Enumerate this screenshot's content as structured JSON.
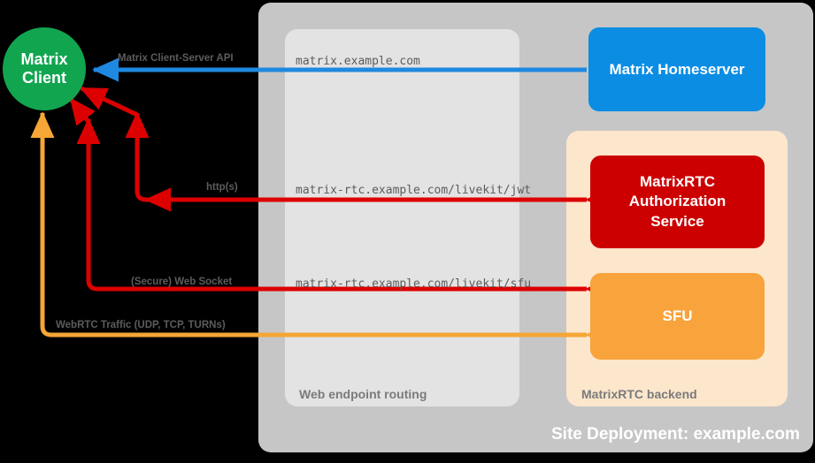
{
  "diagram": {
    "title": "Site Deployment: example.com",
    "colors": {
      "background": "#000000",
      "site_container": "#c6c6c6",
      "web_routing_container": "#e3e3e3",
      "rtc_backend_container": "#fce6cc",
      "client_green": "#12a550",
      "homeserver_blue": "#0b8de4",
      "auth_red": "#cc0000",
      "sfu_orange": "#f8a33c",
      "edge_red": "#dd0000",
      "edge_orange": "#f5a637",
      "edge_blue": "#1f88e0",
      "label_gray": "#5c5c5c",
      "caption_gray": "#7b7b7b"
    }
  },
  "nodes": {
    "client": {
      "line1": "Matrix",
      "line2": "Client"
    },
    "homeserver": {
      "label": "Matrix Homeserver"
    },
    "auth_service": {
      "line1": "MatrixRTC",
      "line2": "Authorization",
      "line3": "Service"
    },
    "sfu": {
      "label": "SFU"
    }
  },
  "containers": {
    "site": {
      "caption": "Site Deployment: example.com"
    },
    "web_routing": {
      "caption": "Web endpoint routing"
    },
    "rtc_backend": {
      "caption": "MatrixRTC backend"
    }
  },
  "edges": [
    {
      "id": "cs-api",
      "protocol_label": "Matrix Client-Server API",
      "endpoint": "matrix.example.com",
      "color": "#1f88e0",
      "from": "homeserver",
      "to": "client",
      "direction": "both"
    },
    {
      "id": "jwt",
      "protocol_label": "http(s)",
      "endpoint": "matrix-rtc.example.com/livekit/jwt",
      "color": "#dd0000",
      "from": "client",
      "to": "auth_service",
      "direction": "both"
    },
    {
      "id": "sfu-ws",
      "protocol_label": "(Secure) Web Socket",
      "endpoint": "matrix-rtc.example.com/livekit/sfu",
      "color": "#dd0000",
      "from": "client",
      "to": "sfu",
      "direction": "both"
    },
    {
      "id": "webrtc",
      "protocol_label": "WebRTC Traffic (UDP, TCP, TURNs)",
      "endpoint": "",
      "color": "#f5a637",
      "from": "client",
      "to": "sfu",
      "direction": "both"
    }
  ]
}
